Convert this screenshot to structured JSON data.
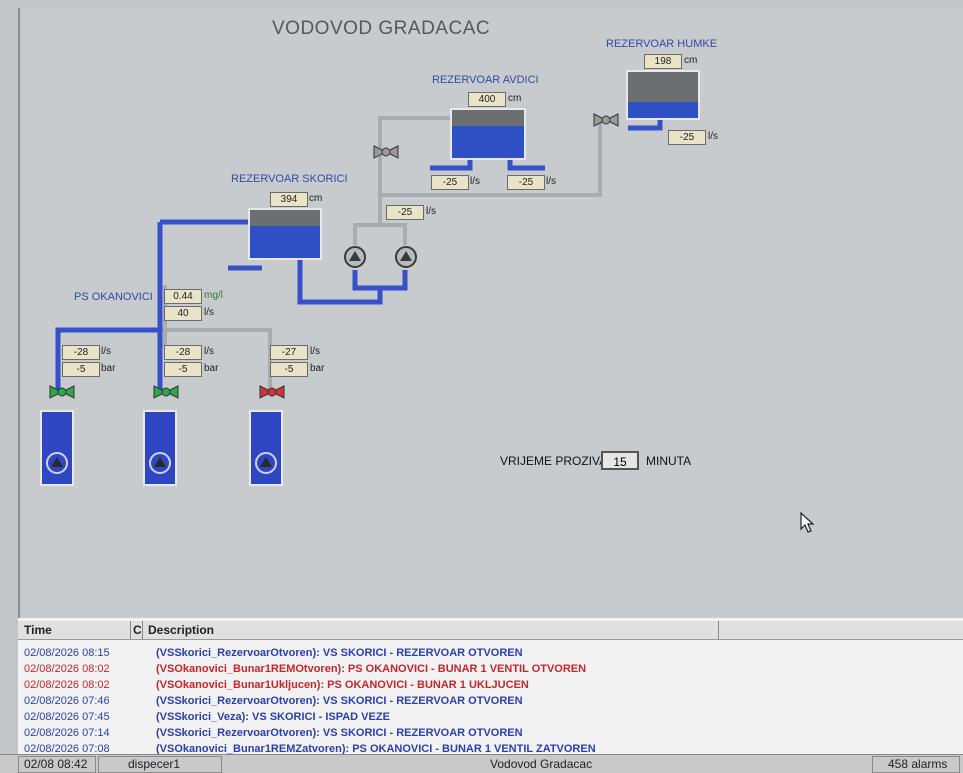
{
  "screen": {
    "title": "VODOVOD GRADACAC",
    "reservoirs": {
      "humke": {
        "label": "REZERVOAR HUMKE",
        "level": "198",
        "level_unit": "cm",
        "flow": "-25",
        "flow_unit": "l/s"
      },
      "avdici": {
        "label": "REZERVOAR AVDICI",
        "level": "400",
        "level_unit": "cm",
        "flow_left": "-25",
        "flow_right": "-25",
        "flow_unit": "l/s"
      },
      "skorici": {
        "label": "REZERVOAR SKORICI",
        "level": "394",
        "level_unit": "cm"
      }
    },
    "pump_flow": {
      "value": "-25",
      "unit": "l/s"
    },
    "station": {
      "label": "PS OKANOVICI",
      "chlorine": "0.44",
      "chlorine_unit": "mg/l",
      "flow": "40",
      "flow_unit": "l/s"
    },
    "wells": [
      {
        "flow": "-28",
        "flow_unit": "l/s",
        "pressure": "-5",
        "pressure_unit": "bar",
        "valve_color": "#2aa84a"
      },
      {
        "flow": "-28",
        "flow_unit": "l/s",
        "pressure": "-5",
        "pressure_unit": "bar",
        "valve_color": "#2aa84a"
      },
      {
        "flow": "-27",
        "flow_unit": "l/s",
        "pressure": "-5",
        "pressure_unit": "bar",
        "valve_color": "#d2323c"
      }
    ],
    "interval": {
      "label": "VRIJEME PROZIVA",
      "value": "15",
      "unit": "MINUTA"
    }
  },
  "alarms": {
    "columns": {
      "time": "Time",
      "c": "C",
      "description": "Description"
    },
    "rows": [
      {
        "time": "02/08/2026 08:15",
        "description": "(VSSkorici_RezervoarOtvoren): VS SKORICI - REZERVOAR OTVOREN",
        "color": "#2a3fae"
      },
      {
        "time": "02/08/2026 08:02",
        "description": "(VSOkanovici_Bunar1REMOtvoren): PS OKANOVICI - BUNAR 1 VENTIL OTVOREN",
        "color": "#c4262a"
      },
      {
        "time": "02/08/2026 08:02",
        "description": "(VSOkanovici_Bunar1Ukljucen): PS OKANOVICI - BUNAR 1 UKLJUCEN",
        "color": "#c4262a"
      },
      {
        "time": "02/08/2026 07:46",
        "description": "(VSSkorici_RezervoarOtvoren): VS SKORICI - REZERVOAR OTVOREN",
        "color": "#2a3fae"
      },
      {
        "time": "02/08/2026 07:45",
        "description": "(VSSkorici_Veza): VS SKORICI - ISPAD VEZE",
        "color": "#2a3fae"
      },
      {
        "time": "02/08/2026 07:14",
        "description": "(VSSkorici_RezervoarOtvoren): VS SKORICI - REZERVOAR OTVOREN",
        "color": "#2a3fae"
      },
      {
        "time": "02/08/2026 07:08",
        "description": "(VSOkanovici_Bunar1REMZatvoren): PS OKANOVICI - BUNAR 1 VENTIL ZATVOREN",
        "color": "#2a3fae"
      }
    ]
  },
  "status_bar": {
    "clock": "02/08 08:42",
    "user": "dispecer1",
    "app": "Vodovod Gradacac",
    "alarm_count": "458 alarms"
  },
  "colors": {
    "pipe_blue": "#3550c8",
    "pipe_gray": "#a9acaf",
    "label_blue": "#3349a8"
  }
}
